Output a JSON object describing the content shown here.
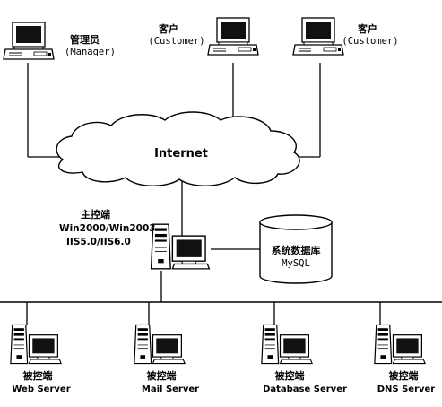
{
  "manager": {
    "name": "管理员",
    "role": "(Manager)"
  },
  "customer_left": {
    "name": "客户",
    "role": "(Customer)"
  },
  "customer_right": {
    "name": "客户",
    "role": "(Customer)"
  },
  "cloud": {
    "label": "Internet"
  },
  "main_server": {
    "name": "主控端",
    "os": "Win2000/Win2003",
    "iis": "IIS5.0/IIS6.0"
  },
  "database": {
    "name": "系统数据库",
    "engine": "MySQL"
  },
  "controlled": [
    {
      "name": "被控端",
      "role": "Web Server"
    },
    {
      "name": "被控端",
      "role": "Mail Server"
    },
    {
      "name": "被控端",
      "role": "Database Server"
    },
    {
      "name": "被控端",
      "role": "DNS Server"
    }
  ]
}
